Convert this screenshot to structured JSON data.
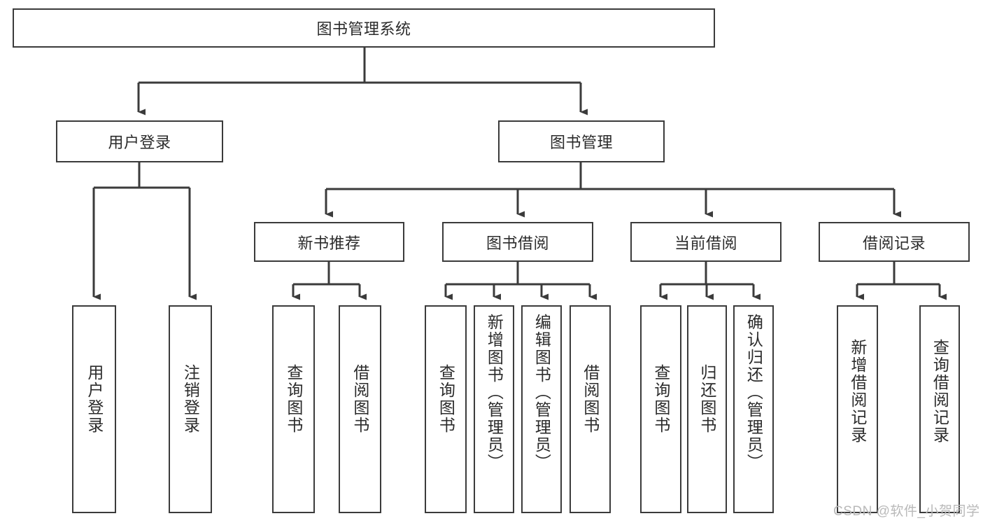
{
  "diagram": {
    "type": "tree-hierarchy-chart",
    "title": "图书管理系统",
    "orientation": "top-down",
    "line_color": "#3b3b3b",
    "box_fill": "#ffffff",
    "background": "#ffffff",
    "root": {
      "id": "root",
      "label": "图书管理系统",
      "text_direction": "horizontal"
    },
    "level2": [
      {
        "id": "user-login",
        "label": "用户登录",
        "text_direction": "horizontal"
      },
      {
        "id": "book-management",
        "label": "图书管理",
        "text_direction": "horizontal"
      }
    ],
    "level3": [
      {
        "id": "new-book-recommend",
        "label": "新书推荐",
        "text_direction": "horizontal",
        "parent": "book-management"
      },
      {
        "id": "book-borrow",
        "label": "图书借阅",
        "text_direction": "horizontal",
        "parent": "book-management"
      },
      {
        "id": "current-borrow",
        "label": "当前借阅",
        "text_direction": "horizontal",
        "parent": "book-management"
      },
      {
        "id": "borrow-record",
        "label": "借阅记录",
        "text_direction": "horizontal",
        "parent": "book-management"
      }
    ],
    "leaves": {
      "user_login": [
        {
          "id": "leaf-user-login",
          "label": "用户登录",
          "text_direction": "vertical"
        },
        {
          "id": "leaf-logout",
          "label": "注销登录",
          "text_direction": "vertical"
        }
      ],
      "new_book_recommend": [
        {
          "id": "leaf-query-book-1",
          "label": "查询图书",
          "text_direction": "vertical"
        },
        {
          "id": "leaf-borrow-book-1",
          "label": "借阅图书",
          "text_direction": "vertical"
        }
      ],
      "book_borrow": [
        {
          "id": "leaf-query-book-2",
          "label": "查询图书",
          "text_direction": "vertical"
        },
        {
          "id": "leaf-add-book",
          "label": "新增图书（管理员）",
          "text_direction": "vertical"
        },
        {
          "id": "leaf-edit-book",
          "label": "编辑图书（管理员）",
          "text_direction": "vertical"
        },
        {
          "id": "leaf-borrow-book-2",
          "label": "借阅图书",
          "text_direction": "vertical"
        }
      ],
      "current_borrow": [
        {
          "id": "leaf-query-book-3",
          "label": "查询图书",
          "text_direction": "vertical"
        },
        {
          "id": "leaf-return-book",
          "label": "归还图书",
          "text_direction": "vertical"
        },
        {
          "id": "leaf-confirm-return",
          "label": "确认归还（管理员）",
          "text_direction": "vertical"
        }
      ],
      "borrow_record": [
        {
          "id": "leaf-add-record",
          "label": "新增借阅记录",
          "text_direction": "vertical"
        },
        {
          "id": "leaf-query-record",
          "label": "查询借阅记录",
          "text_direction": "vertical"
        }
      ]
    }
  },
  "watermark": {
    "text": "CSDN @软件_小贺同学"
  }
}
